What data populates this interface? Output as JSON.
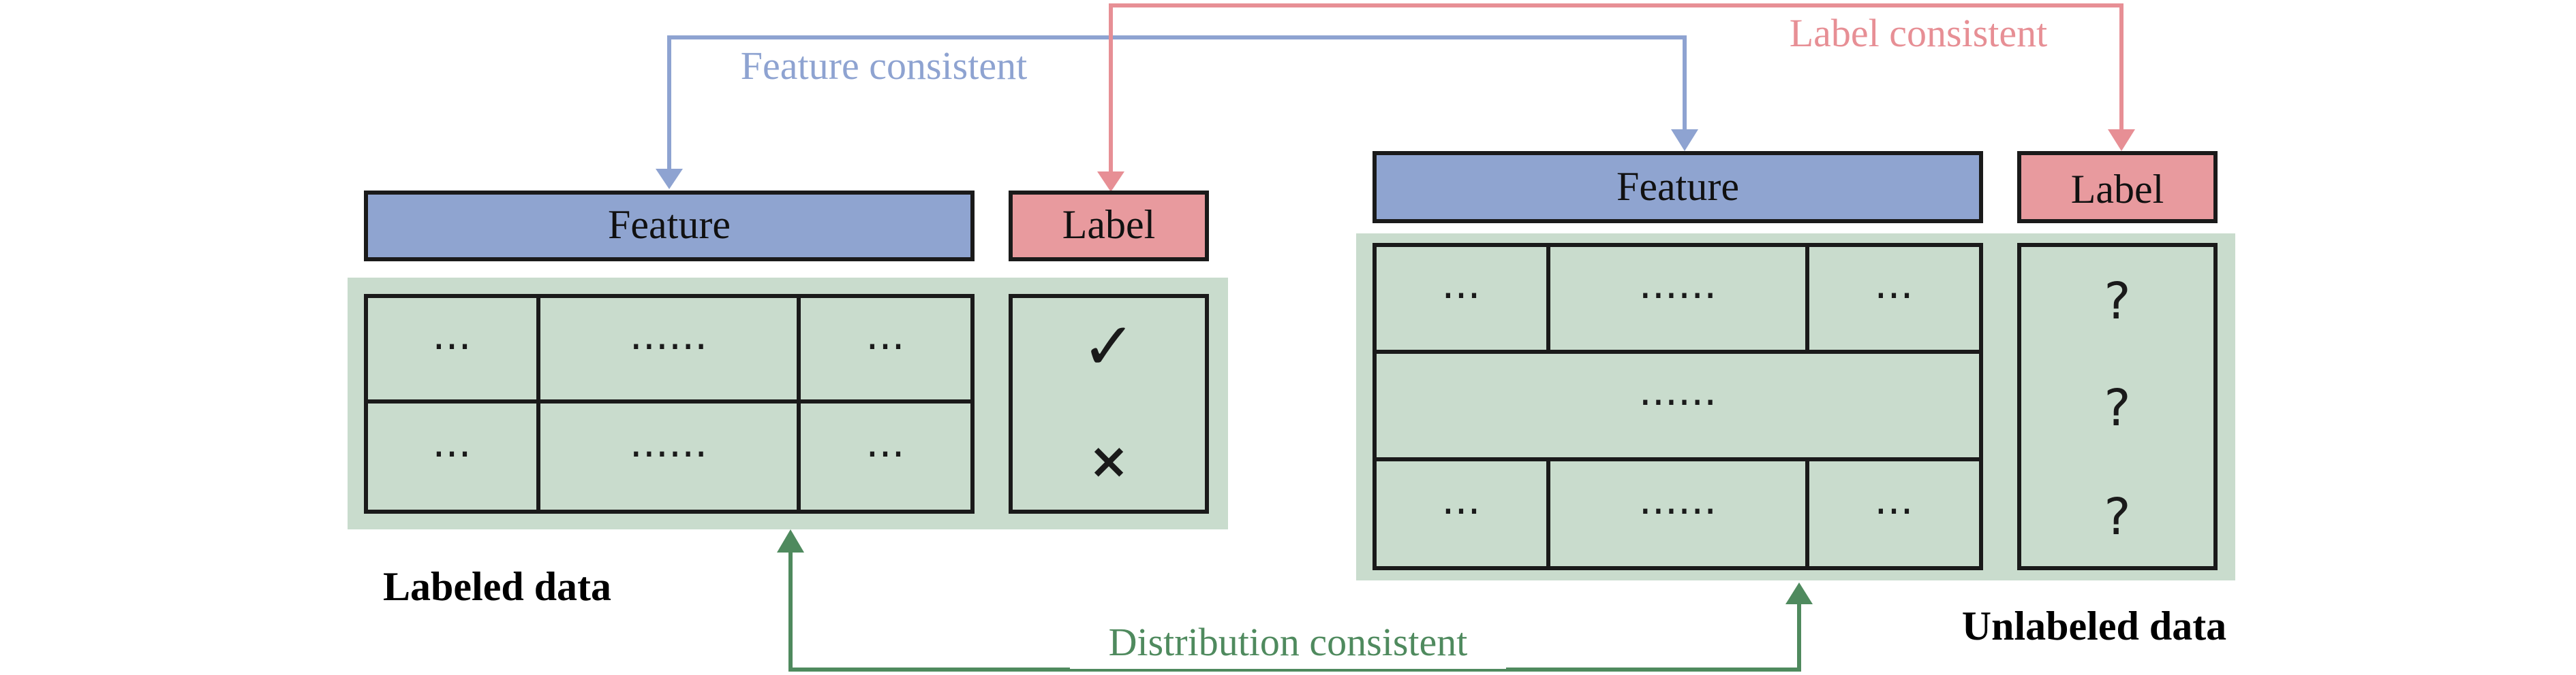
{
  "connectors": {
    "feature_consistent": "Feature consistent",
    "label_consistent": "Label consistent",
    "distribution_consistent": "Distribution consistent"
  },
  "labeled": {
    "feature_header": "Feature",
    "label_header": "Label",
    "caption": "Labeled data",
    "rows": [
      [
        "···",
        "······",
        "···"
      ],
      [
        "···",
        "······",
        "···"
      ]
    ],
    "labels": [
      "✓",
      "×"
    ]
  },
  "unlabeled": {
    "feature_header": "Feature",
    "label_header": "Label",
    "caption": "Unlabeled data",
    "row1": [
      "···",
      "······",
      "···"
    ],
    "row2": "······",
    "row3": [
      "···",
      "······",
      "···"
    ],
    "labels": [
      "?",
      "?",
      "?"
    ]
  },
  "colors": {
    "feature_blue": "#8fa4d0",
    "feature_arrow": "#8ea3d1",
    "label_pink": "#e89a9e",
    "label_arrow": "#e78f95",
    "panel_green": "#c9dccd",
    "distribution_green": "#4f8a5e",
    "outline": "#1a1a1a"
  }
}
